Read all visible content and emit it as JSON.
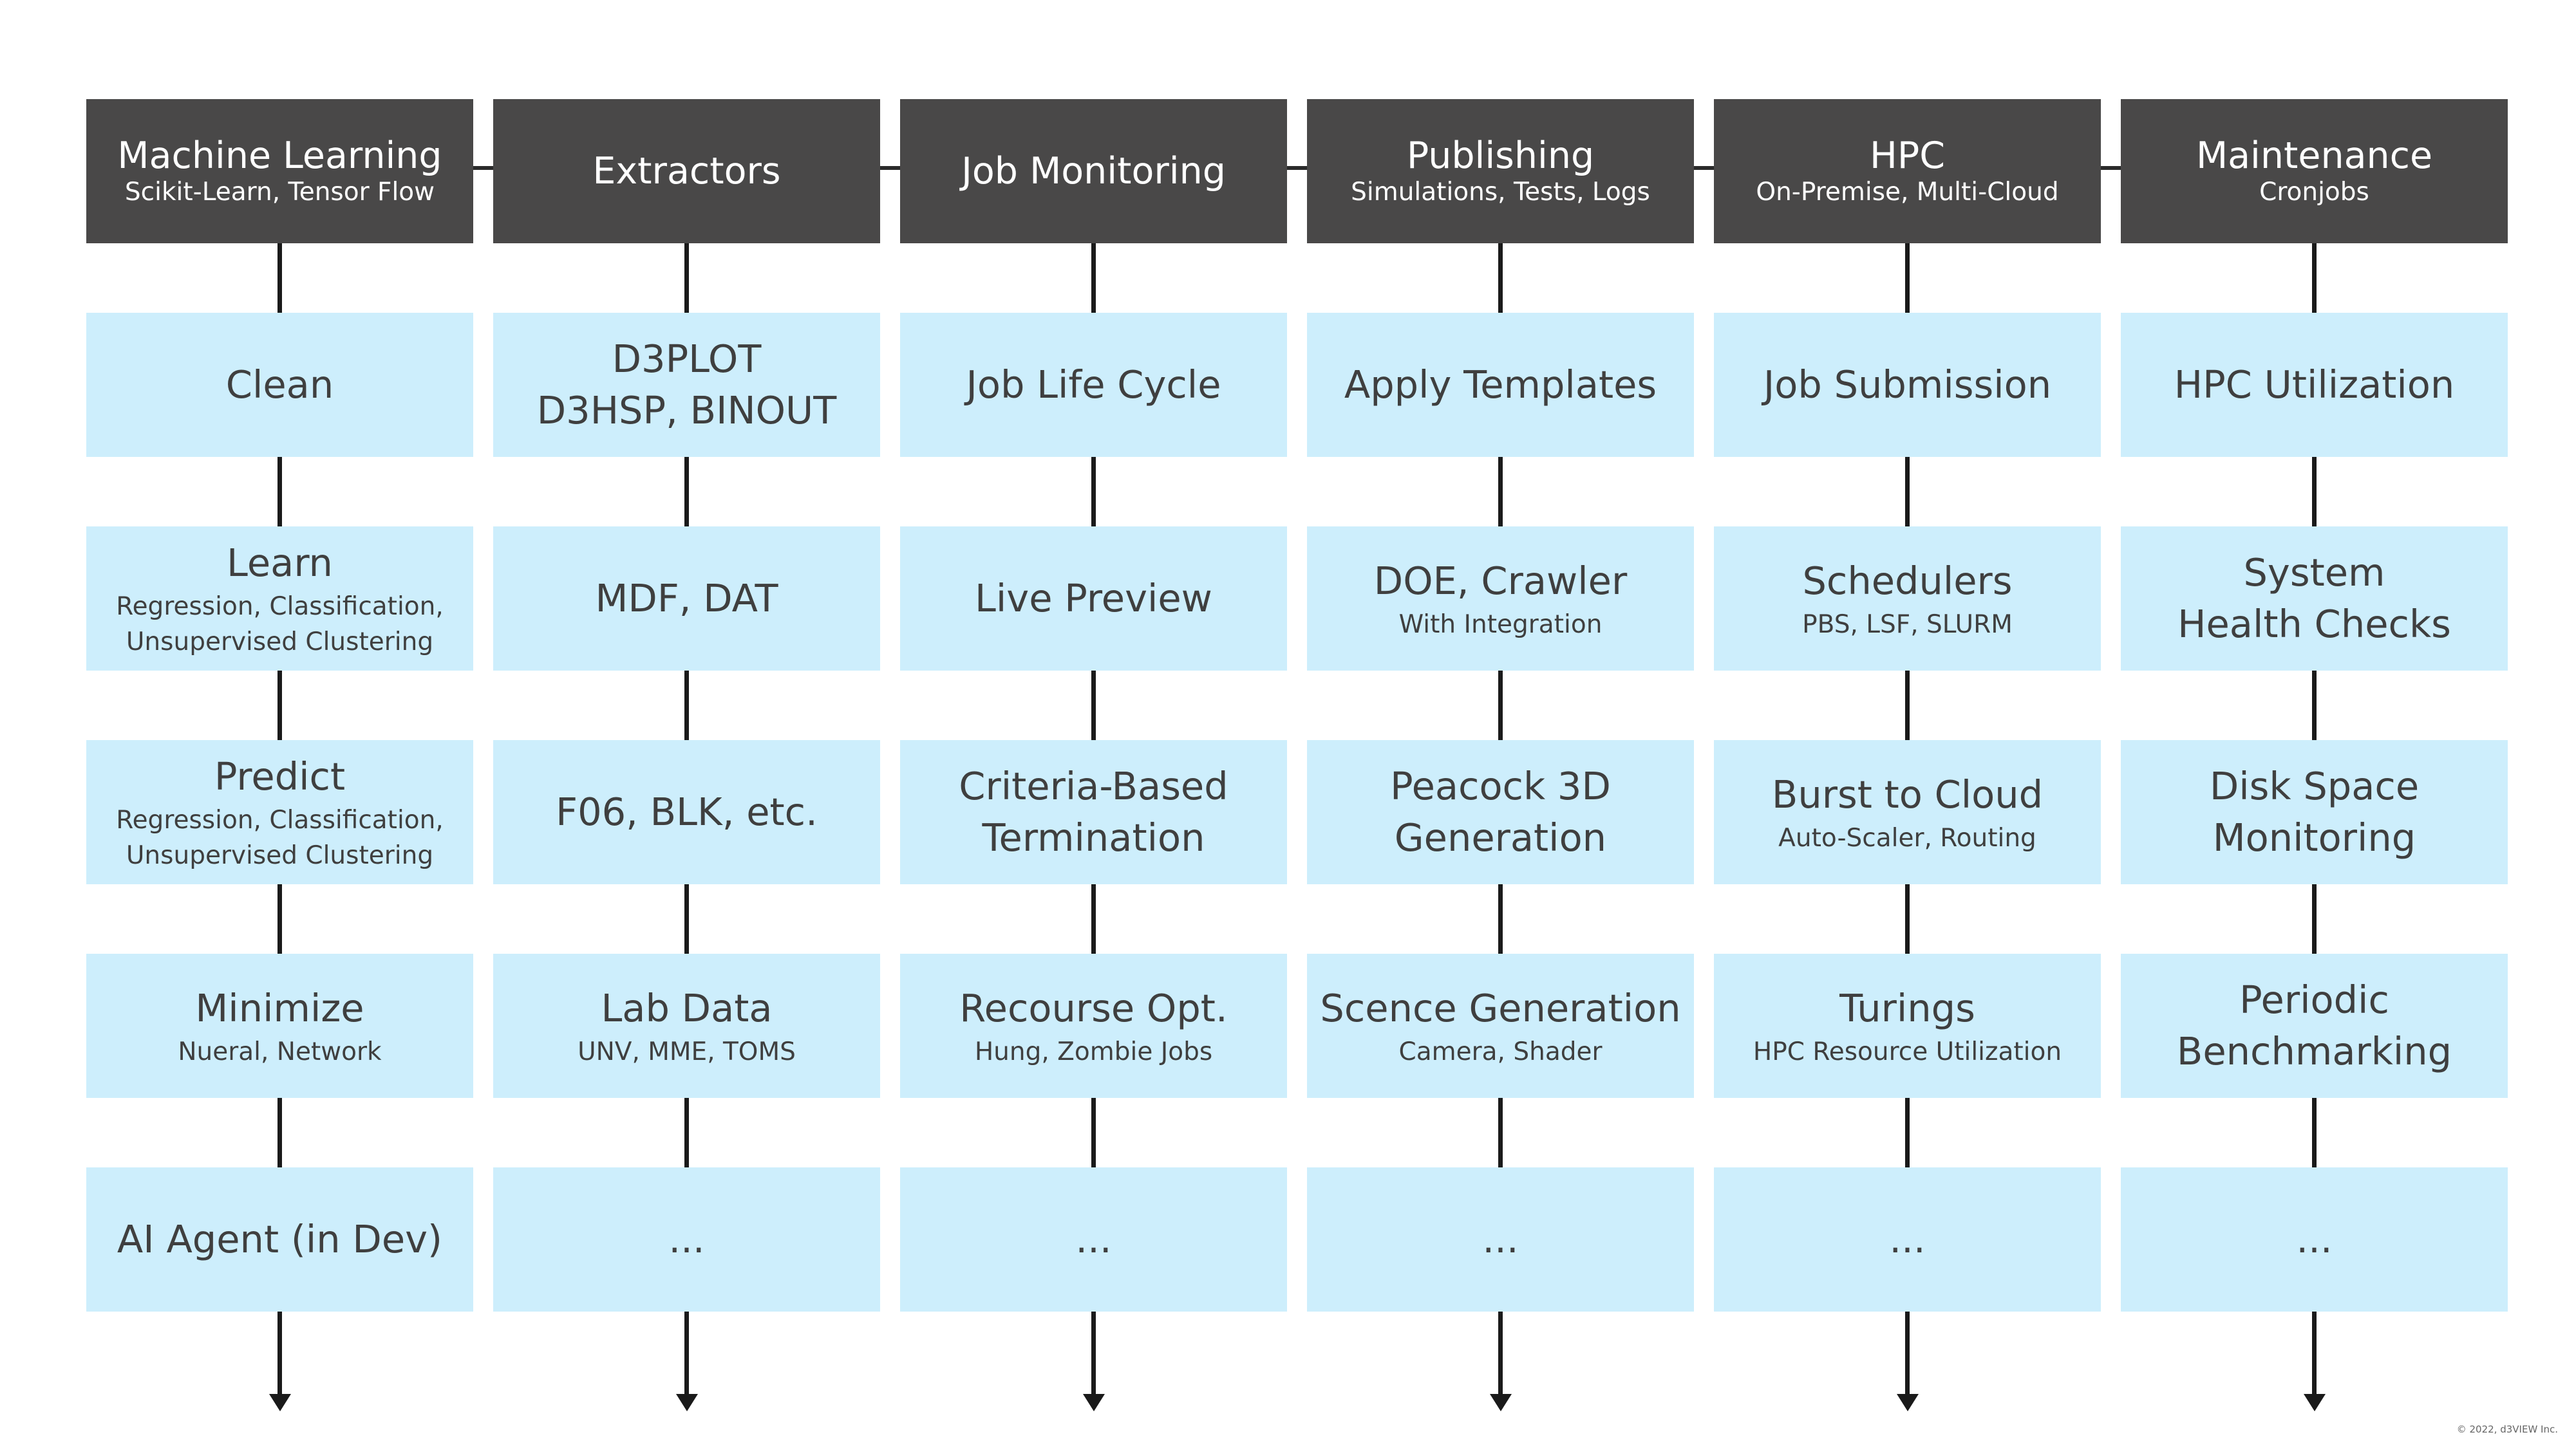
{
  "columns": [
    {
      "title": "Machine Learning",
      "subtitle": "Scikit-Learn, Tensor Flow",
      "items": [
        {
          "label": "Clean",
          "sub": ""
        },
        {
          "label": "Learn",
          "sub": "Regression, Classification,\nUnsupervised Clustering"
        },
        {
          "label": "Predict",
          "sub": "Regression, Classification,\nUnsupervised Clustering"
        },
        {
          "label": "Minimize",
          "sub": "Nueral, Network"
        },
        {
          "label": "AI Agent (in Dev)",
          "sub": ""
        }
      ]
    },
    {
      "title": "Extractors",
      "subtitle": "",
      "items": [
        {
          "label": "D3PLOT\nD3HSP, BINOUT",
          "sub": ""
        },
        {
          "label": "MDF, DAT",
          "sub": ""
        },
        {
          "label": "F06, BLK, etc.",
          "sub": ""
        },
        {
          "label": "Lab Data",
          "sub": "UNV, MME, TOMS"
        },
        {
          "label": "...",
          "sub": ""
        }
      ]
    },
    {
      "title": "Job Monitoring",
      "subtitle": "",
      "items": [
        {
          "label": "Job Life Cycle",
          "sub": ""
        },
        {
          "label": "Live Preview",
          "sub": ""
        },
        {
          "label": "Criteria-Based\nTermination",
          "sub": ""
        },
        {
          "label": "Recourse Opt.",
          "sub": "Hung, Zombie Jobs"
        },
        {
          "label": "...",
          "sub": ""
        }
      ]
    },
    {
      "title": "Publishing",
      "subtitle": "Simulations, Tests, Logs",
      "items": [
        {
          "label": "Apply Templates",
          "sub": ""
        },
        {
          "label": "DOE, Crawler",
          "sub": "With Integration"
        },
        {
          "label": "Peacock 3D\nGeneration",
          "sub": ""
        },
        {
          "label": "Scence Generation",
          "sub": "Camera, Shader"
        },
        {
          "label": "...",
          "sub": ""
        }
      ]
    },
    {
      "title": "HPC",
      "subtitle": "On-Premise, Multi-Cloud",
      "items": [
        {
          "label": "Job Submission",
          "sub": ""
        },
        {
          "label": "Schedulers",
          "sub": "PBS, LSF, SLURM"
        },
        {
          "label": "Burst to Cloud",
          "sub": "Auto-Scaler, Routing"
        },
        {
          "label": "Turings",
          "sub": "HPC Resource Utilization"
        },
        {
          "label": "...",
          "sub": ""
        }
      ]
    },
    {
      "title": "Maintenance",
      "subtitle": "Cronjobs",
      "items": [
        {
          "label": "HPC Utilization",
          "sub": ""
        },
        {
          "label": "System\nHealth Checks",
          "sub": ""
        },
        {
          "label": "Disk Space\nMonitoring",
          "sub": ""
        },
        {
          "label": "Periodic\nBenchmarking",
          "sub": ""
        },
        {
          "label": "...",
          "sub": ""
        }
      ]
    }
  ],
  "footer": {
    "copyright": "© 2022, d3VIEW Inc."
  },
  "colors": {
    "header_bg": "#494848",
    "box_bg": "#cdeefc",
    "line": "#1a1a1a"
  }
}
